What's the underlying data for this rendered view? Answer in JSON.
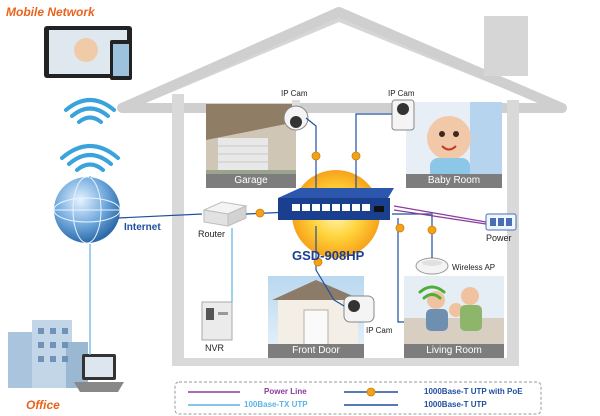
{
  "title_mobile": "Mobile Network",
  "title_office": "Office",
  "internet": "Internet",
  "router": "Router",
  "nvr": "NVR",
  "power": "Power",
  "ip_cam_1": "IP Cam",
  "ip_cam_2": "IP Cam",
  "ip_cam_3": "IP Cam",
  "wireless_ap": "Wireless AP",
  "switch_model": "GSD-908HP",
  "rooms": {
    "garage": "Garage",
    "baby_room": "Baby Room",
    "front_door": "Front Door",
    "living_room": "Living Room"
  },
  "legend": {
    "power_line": "Power Line",
    "fast_utp": "100Base-TX UTP",
    "poe_utp": "1000Base-T UTP with PoE",
    "gbe_utp": "1000Base-T UTP"
  },
  "colors": {
    "orange": "#e8641c",
    "power_line": "#8a3c9c",
    "fast_utp": "#5ab4e6",
    "poe_utp": "#1f4fa0",
    "gbe_utp": "#1f4fa0",
    "switch_blue": "#1b3f8f",
    "caption_grey": "#7d7d7d"
  }
}
